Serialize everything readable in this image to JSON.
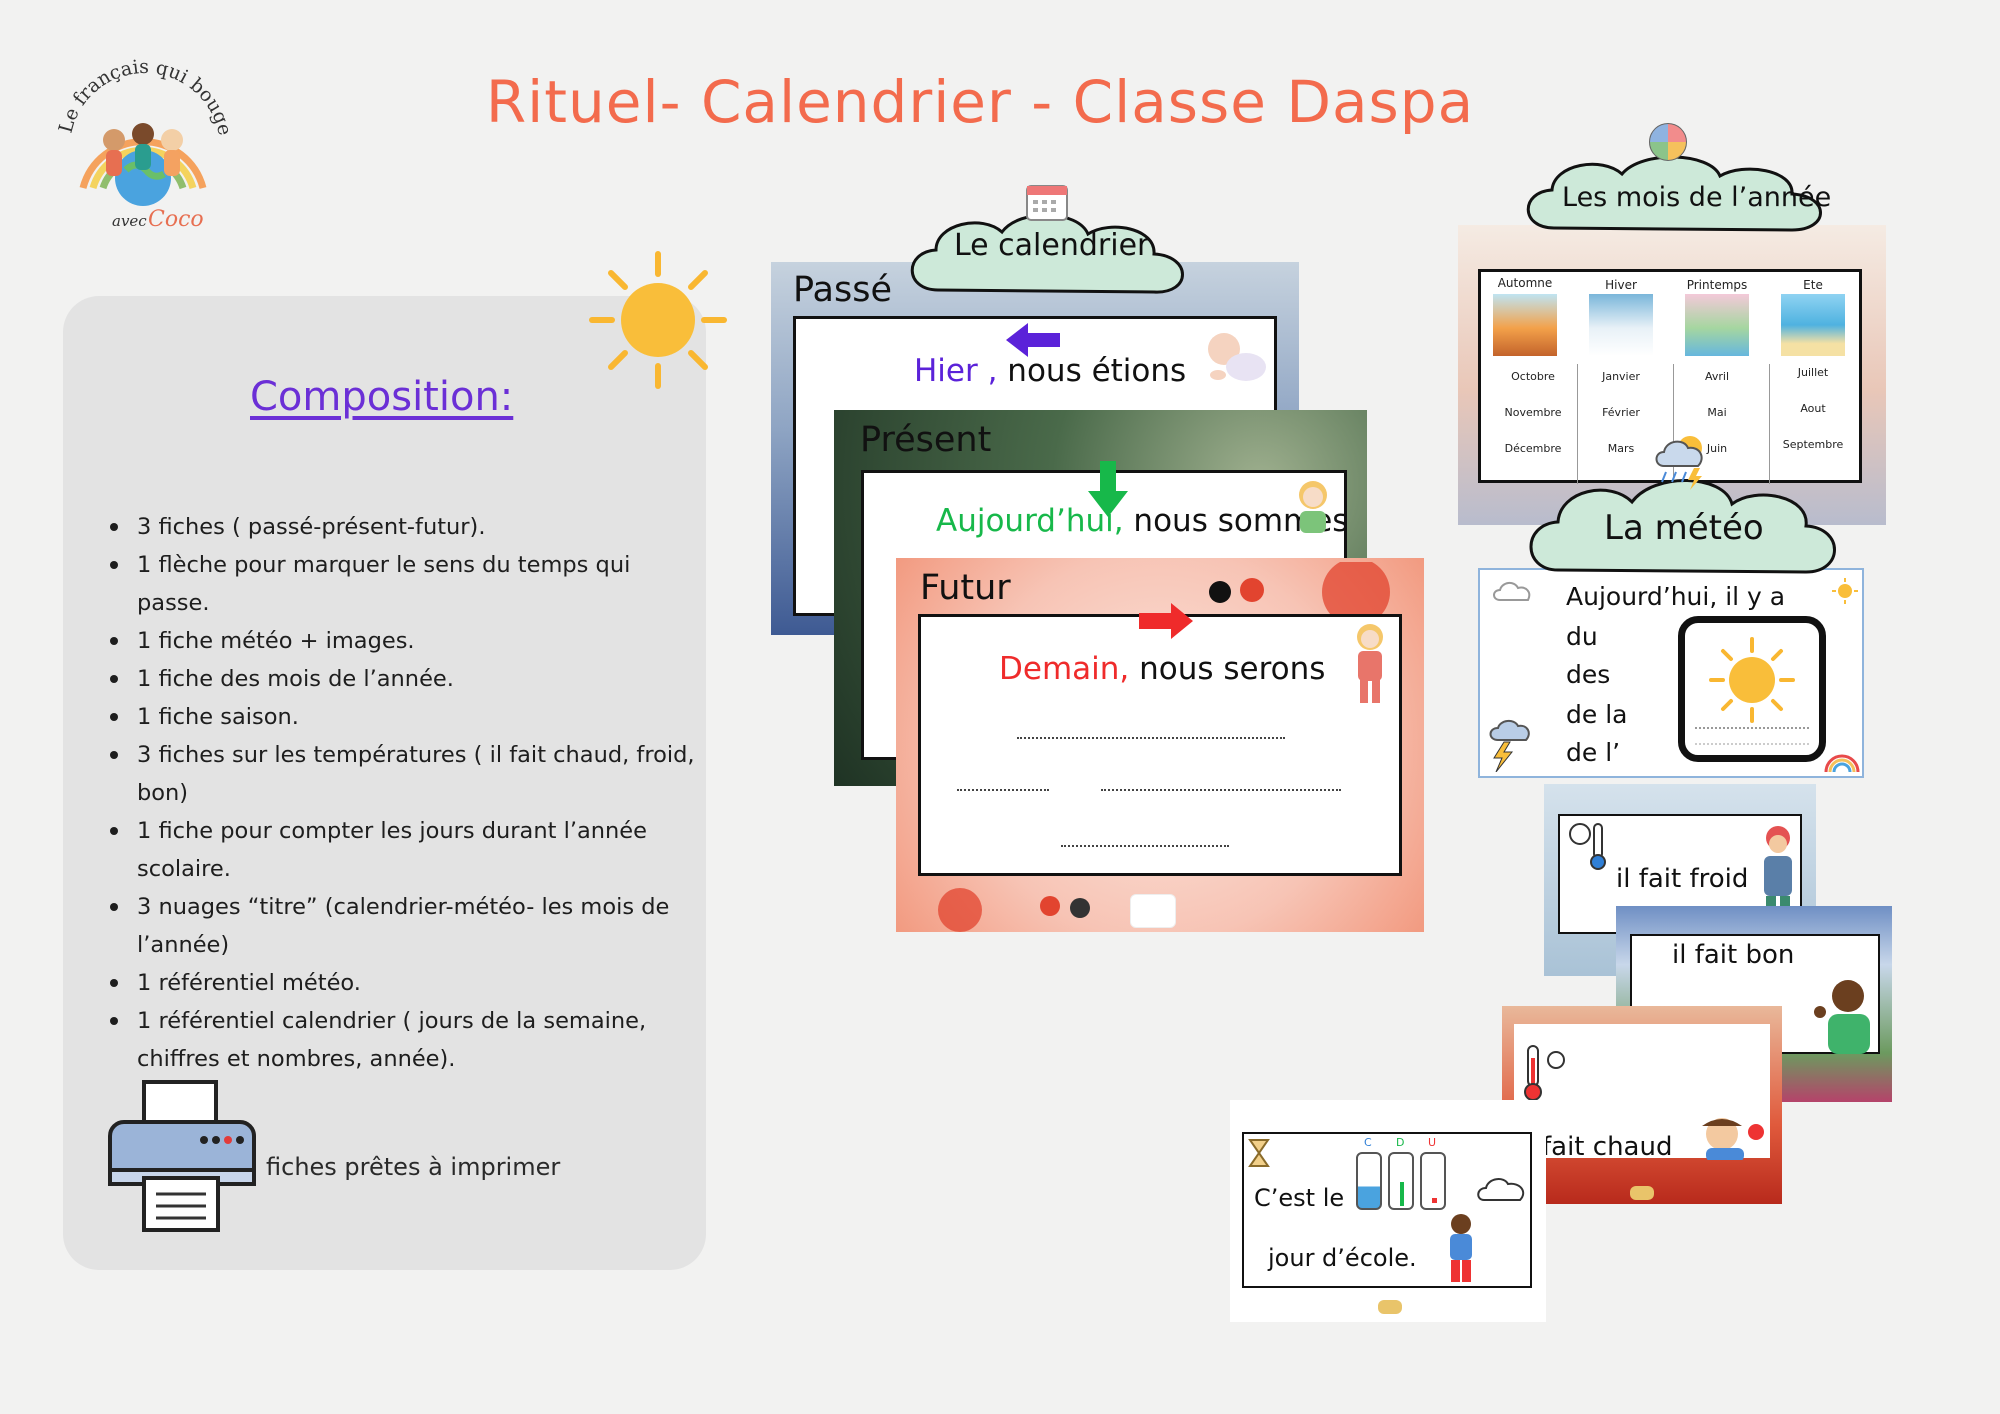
{
  "logo": {
    "text": "Le français qui bouge",
    "sub_prefix": "avec",
    "sub_name": "Coco"
  },
  "title": "Rituel- Calendrier - Classe Daspa",
  "composition": {
    "heading": "Composition:",
    "items": [
      "3 fiches  ( passé-présent-futur).",
      "1 flèche pour marquer le sens du temps qui passe.",
      "1 fiche météo + images.",
      "1 fiche  des mois de l’année.",
      "1 fiche saison.",
      "3 fiches sur les températures ( il fait chaud,  froid, bon)",
      "1 fiche pour compter les jours durant l’année scolaire.",
      "3 nuages “titre” (calendrier-météo- les mois de l’année)",
      "1 référentiel météo.",
      "1 référentiel calendrier ( jours de la semaine, chiffres et nombres, année)."
    ],
    "printer_label": "fiches prêtes à imprimer"
  },
  "calendar": {
    "cloud_label": "Le calendrier",
    "passe": {
      "title": "Passé",
      "colored": "Hier ,",
      "rest": " nous étions"
    },
    "present": {
      "title": "Présent",
      "colored": "Aujourd’hui,",
      "rest": " nous sommes"
    },
    "futur": {
      "title": "Futur",
      "colored": "Demain,",
      "rest": " nous serons"
    },
    "colors": {
      "passe": "#5b22d9",
      "present": "#17b84a",
      "futur": "#ef2b2b"
    }
  },
  "mois": {
    "cloud_label": "Les mois de l’année",
    "seasons": [
      {
        "name": "Automne",
        "months": [
          "Octobre",
          "Novembre",
          "Décembre"
        ]
      },
      {
        "name": "Hiver",
        "months": [
          "Janvier",
          "Février",
          "Mars"
        ]
      },
      {
        "name": "Printemps",
        "months": [
          "Avril",
          "Mai",
          "Juin"
        ]
      },
      {
        "name": "Ete",
        "months": [
          "Juillet",
          "Aout",
          "Septembre"
        ]
      }
    ]
  },
  "meteo": {
    "cloud_label": "La météo",
    "lines": [
      "Aujourd’hui, il y a",
      "du",
      "des",
      "de la",
      "de l’"
    ]
  },
  "temperatures": {
    "froid": "il fait froid",
    "bon": "il fait bon",
    "chaud": "fait chaud"
  },
  "jour": {
    "line1": "C’est le",
    "line2": "jour d’école.",
    "digits": [
      "C",
      "D",
      "U"
    ]
  }
}
